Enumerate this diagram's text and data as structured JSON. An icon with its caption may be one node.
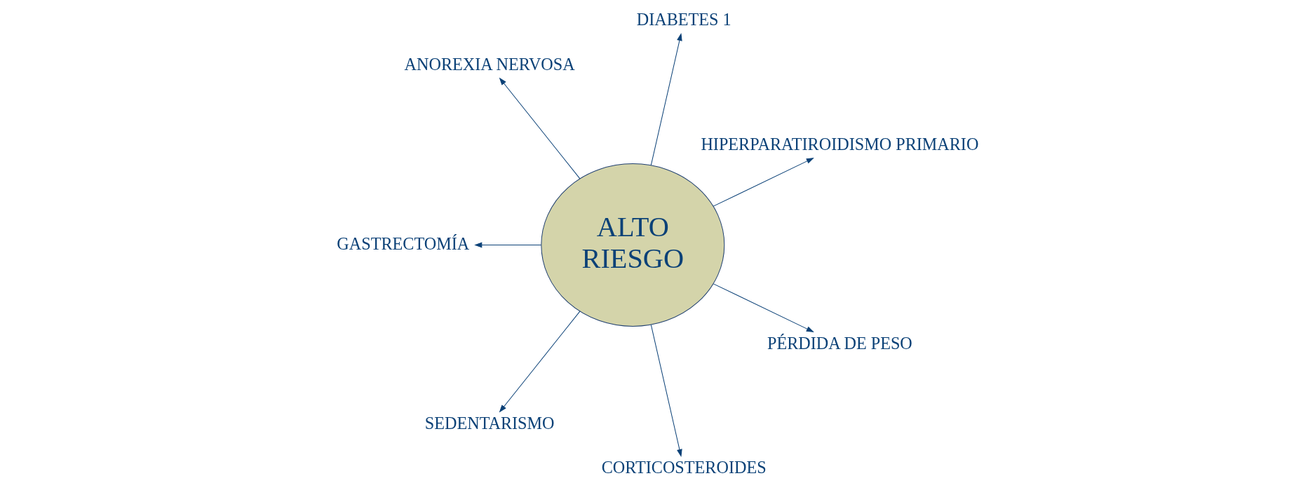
{
  "diagram": {
    "nodes": [
      {
        "text": [
          "ALTO RIESGO"
        ]
      },
      {
        "text": [
          "HIPERPARATIROIDISMO PRIMARIO"
        ]
      },
      {
        "text": [
          "DIABETES 1"
        ]
      },
      {
        "text": [
          "ANOREXIA NERVOSA"
        ]
      },
      {
        "text": [
          "GASTRECTOMÍA"
        ]
      },
      {
        "text": [
          "SEDENTARISMO"
        ]
      },
      {
        "text": [
          "CORTICOSTEROIDES"
        ]
      },
      {
        "text": [
          "PÉRDIDA DE PESO"
        ]
      }
    ],
    "edges": [
      {
        "from": 0,
        "to": 1,
        "arrow": "to"
      },
      {
        "from": 0,
        "to": 2,
        "arrow": "to"
      },
      {
        "from": 0,
        "to": 3,
        "arrow": "to"
      },
      {
        "from": 0,
        "to": 4,
        "arrow": "to"
      },
      {
        "from": 0,
        "to": 5,
        "arrow": "to"
      },
      {
        "from": 0,
        "to": 6,
        "arrow": "to"
      },
      {
        "from": 0,
        "to": 7,
        "arrow": "to"
      }
    ]
  }
}
